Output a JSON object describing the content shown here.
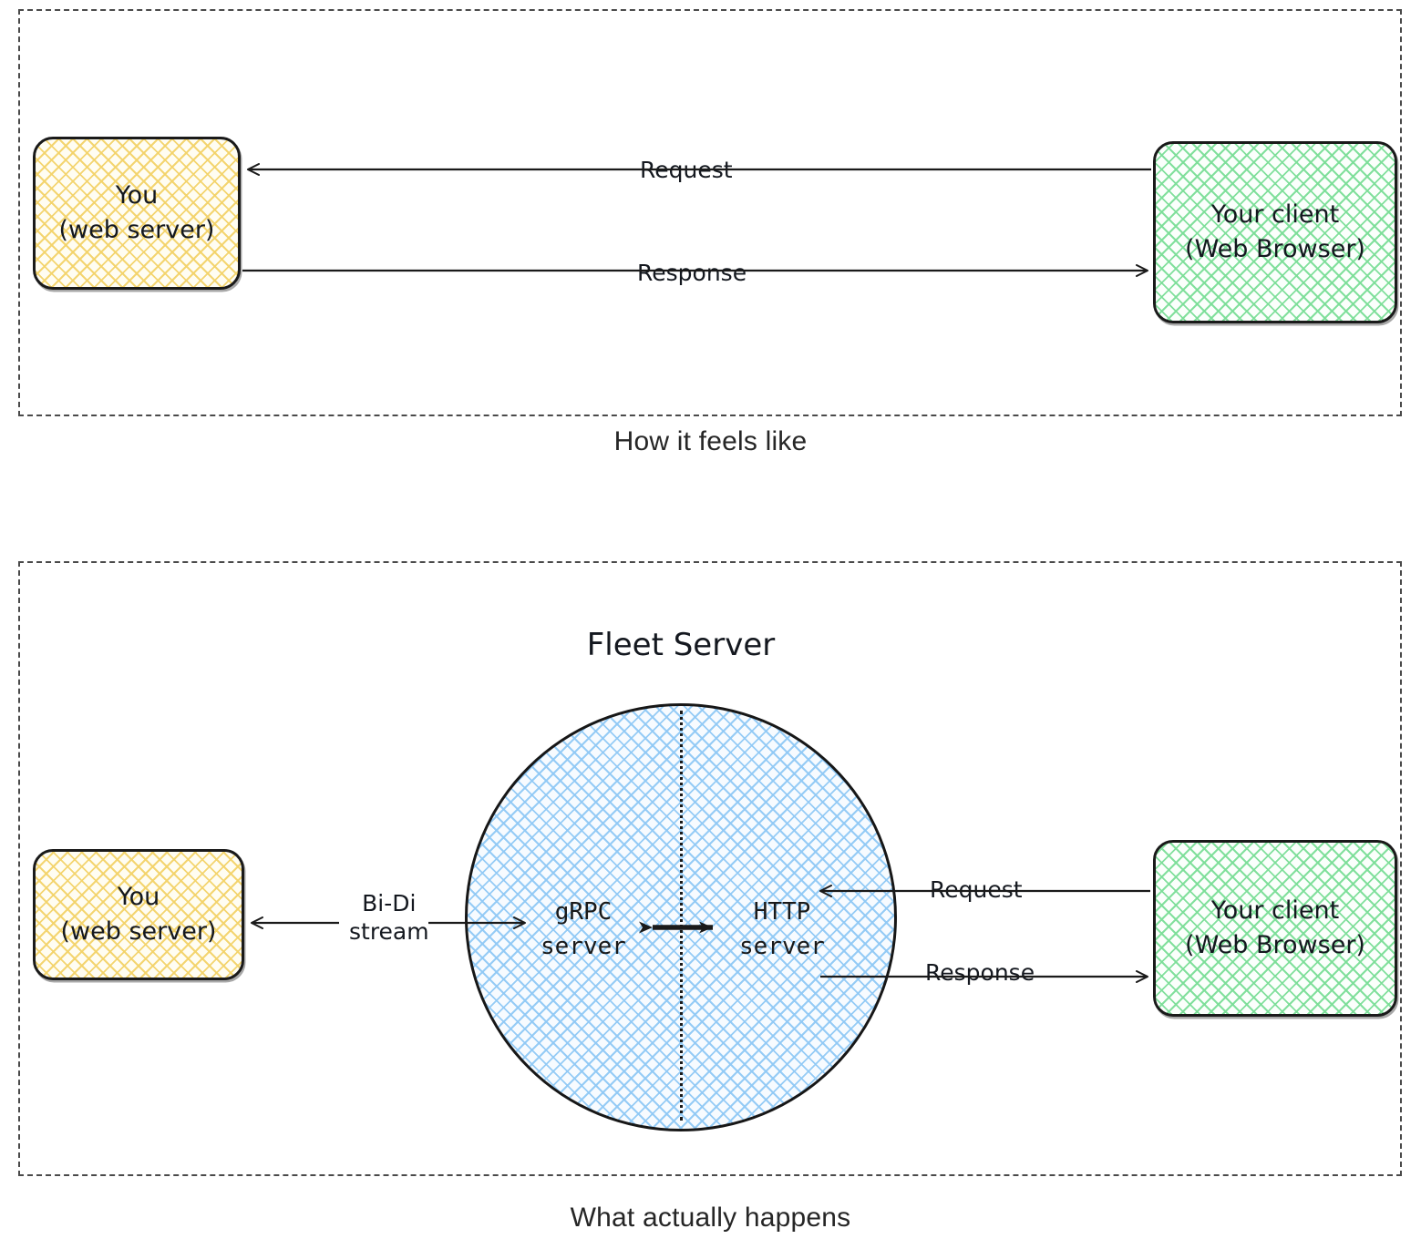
{
  "diagram": {
    "title_font_note": "handwritten sketch style",
    "sections": [
      {
        "id": "how-it-feels",
        "caption": "How it feels like",
        "nodes": [
          {
            "id": "you",
            "line1": "You",
            "line2": "(web server)",
            "fill": "#fffdf2",
            "hatch": "#f3d36a"
          },
          {
            "id": "client",
            "line1": "Your client",
            "line2": "(Web Browser)",
            "fill": "#fbfffc",
            "hatch": "#7cde98"
          }
        ],
        "connectors": [
          {
            "id": "request",
            "label": "Request",
            "direction": "client-to-you"
          },
          {
            "id": "response",
            "label": "Response",
            "direction": "you-to-client"
          }
        ]
      },
      {
        "id": "what-actually-happens",
        "caption": "What actually happens",
        "nodes": [
          {
            "id": "you",
            "line1": "You",
            "line2": "(web server)",
            "fill": "#fffdf2",
            "hatch": "#f3d36a"
          },
          {
            "id": "client",
            "line1": "Your client",
            "line2": "(Web Browser)",
            "fill": "#fbfffc",
            "hatch": "#7cde98"
          }
        ],
        "fleet": {
          "title": "Fleet Server",
          "fill": "#f7fbff",
          "hatch": "#91c9f5",
          "left_half": "gRPC\nserver",
          "right_half": "HTTP\nserver",
          "internal_link": "bidirectional"
        },
        "connectors": [
          {
            "id": "bidi",
            "label": "Bi-Di\nstream",
            "direction": "bidirectional"
          },
          {
            "id": "request",
            "label": "Request",
            "direction": "client-to-fleet"
          },
          {
            "id": "response",
            "label": "Response",
            "direction": "fleet-to-client"
          }
        ]
      }
    ],
    "labels": {
      "request": "Request",
      "response": "Response",
      "bidi_line1": "Bi-Di",
      "bidi_line2": "stream",
      "fleet_title": "Fleet Server",
      "grpc_line1": "gRPC",
      "grpc_line2": "server",
      "http_line1": "HTTP",
      "http_line2": "server",
      "you_line1": "You",
      "you_line2": "(web server)",
      "client_line1": "Your client",
      "client_line2": "(Web Browser)",
      "caption_feels": "How it feels like",
      "caption_actual": "What actually happens"
    },
    "colors": {
      "stroke": "#1a1a1a",
      "dashed_border": "#4a4a4a",
      "yellow_hatch": "#f3d36a",
      "green_hatch": "#7cde98",
      "blue_hatch": "#91c9f5",
      "caption_text": "#262626",
      "background": "#ffffff"
    }
  }
}
